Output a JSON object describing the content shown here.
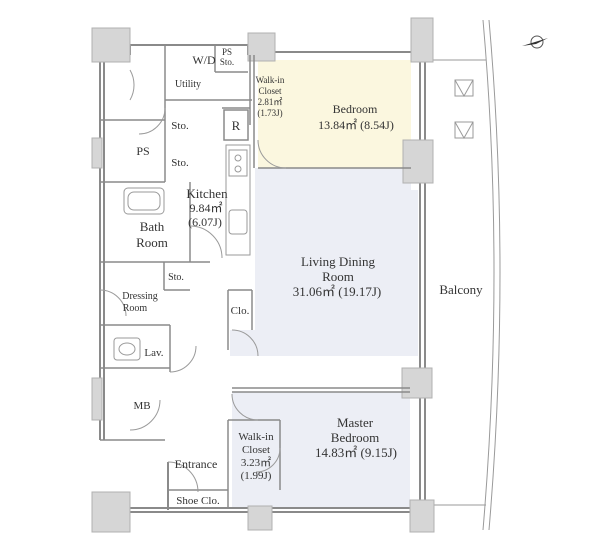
{
  "rooms": {
    "wd": "W/D",
    "ps_top": [
      "PS",
      "Sto."
    ],
    "utility": "Utility",
    "walkin_top": [
      "Walk-in",
      "Closet",
      "2.81㎡",
      "(1.73J)"
    ],
    "bedroom": [
      "Bedroom",
      "13.84㎡  (8.54J)"
    ],
    "sto1": "Sto.",
    "refrigerator": "R",
    "ps": "PS",
    "sto2": "Sto.",
    "kitchen": [
      "Kitchen",
      "9.84㎡",
      "(6.07J)"
    ],
    "bath": [
      "Bath",
      "Room"
    ],
    "living": [
      "Living Dining",
      "Room",
      "31.06㎡  (19.17J)"
    ],
    "sto3": "Sto.",
    "dressing": [
      "Dressing",
      "Room"
    ],
    "balcony": "Balcony",
    "clo": "Clo.",
    "lav": "Lav.",
    "mb": "MB",
    "master": [
      "Master",
      "Bedroom",
      "14.83㎡  (9.15J)"
    ],
    "walkin_bottom": [
      "Walk-in",
      "Closet",
      "3.23㎡",
      "(1.99J)"
    ],
    "entrance": "Entrance",
    "shoe": "Shoe Clo."
  },
  "colors": {
    "bedroom_fill": "#fbf7df",
    "living_fill": "#eceef5",
    "master_fill": "#eceef5",
    "wall": "#d6d6d6",
    "line": "#8a8a8a"
  },
  "icons": [
    "compass-icon",
    "bathtub-icon",
    "sink-icon",
    "stove-icon"
  ]
}
